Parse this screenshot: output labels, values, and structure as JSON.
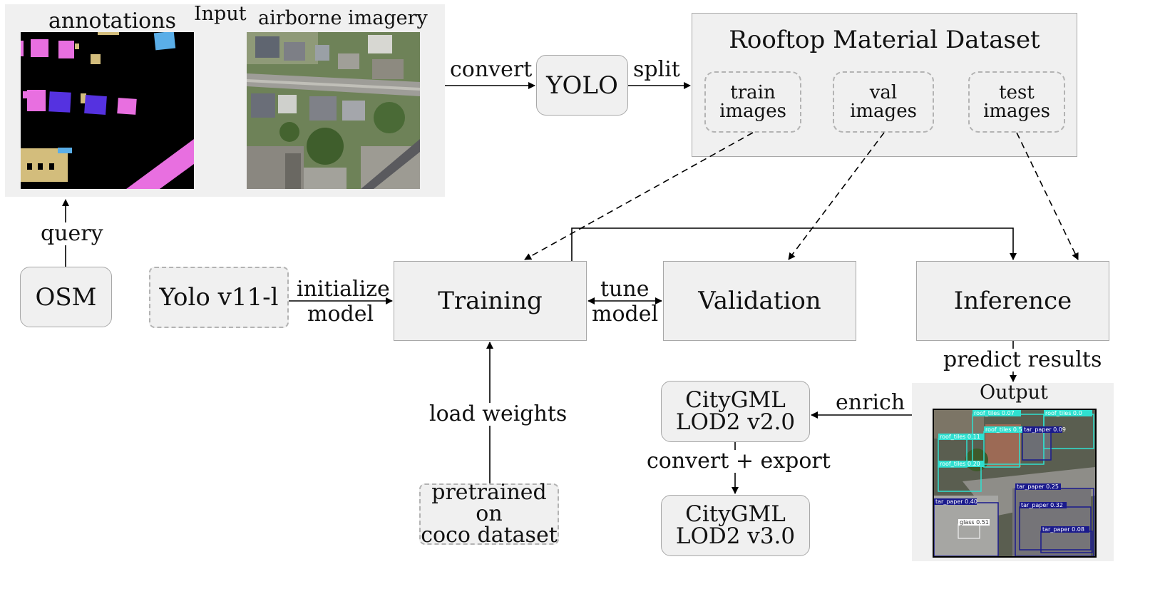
{
  "input_panel": {
    "title": "Input",
    "annotations_label": "annotations",
    "imagery_label": "airborne imagery"
  },
  "nodes": {
    "osm": "OSM",
    "yolo_convert": "YOLO",
    "yolo_model": "Yolo v11-l",
    "training": "Training",
    "validation": "Validation",
    "inference": "Inference",
    "pretrained_line1": "pretrained on",
    "pretrained_line2": "coco dataset",
    "citygml_v2_line1": "CityGML",
    "citygml_v2_line2": "LOD2 v2.0",
    "citygml_v3_line1": "CityGML",
    "citygml_v3_line2": "LOD2 v3.0"
  },
  "dataset": {
    "title": "Rooftop Material Dataset",
    "train_line1": "train",
    "train_line2": "images",
    "val_line1": "val",
    "val_line2": "images",
    "test_line1": "test",
    "test_line2": "images"
  },
  "edges": {
    "query": "query",
    "convert": "convert",
    "split": "split",
    "initialize_line1": "initialize",
    "initialize_line2": "model",
    "tune_line1": "tune",
    "tune_line2": "model",
    "load_weights": "load weights",
    "predict_results": "predict results",
    "enrich": "enrich",
    "convert_export": "convert + export"
  },
  "output_panel": {
    "title": "Output",
    "detections": [
      "roof_tiles 0.07",
      "roof_tiles 0.0",
      "roof_tiles 0.11",
      "roof_tiles 0.52",
      "tar_paper 0.09",
      "roof_tiles 0.20",
      "tar_paper 0.25",
      "tar_paper 0.40",
      "tar_paper 0.32",
      "glass 0.51",
      "tar_paper 0.08"
    ]
  },
  "colors": {
    "panel": "#f0f0f0",
    "box_border": "#a8a8a8",
    "dashed_border": "#b3b3b3",
    "annot_pink": "#e86fe0",
    "annot_tan": "#d3bd7c",
    "annot_blue": "#5aaee8",
    "annot_violet": "#5532e0",
    "det_cyan": "#2fe0d0",
    "det_navy": "#1a1a8c"
  }
}
